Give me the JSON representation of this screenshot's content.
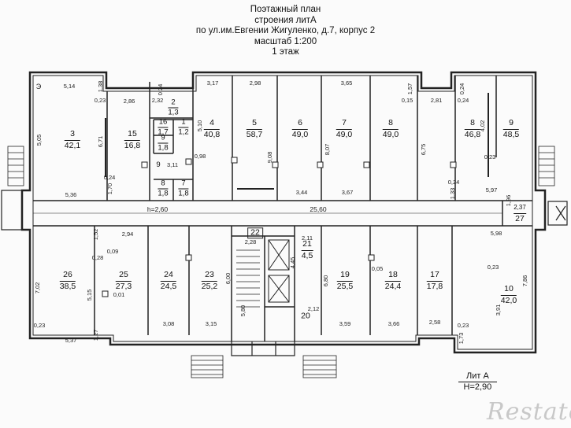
{
  "header": {
    "line1": "Поэтажный план",
    "line2": "строения литА",
    "line3": "по ул.им.Евгении Жигуленко, д.7, корпус 2",
    "line4": "масштаб 1:200",
    "line5": "1 этаж"
  },
  "lit": {
    "name": "Лит А",
    "height": "H=2,90"
  },
  "watermark": "Restate",
  "north_mark": "Э",
  "corridor": {
    "height_label": "h=2,60",
    "length_label": "25,60"
  },
  "rooms": [
    {
      "num": "3",
      "area": "42,1"
    },
    {
      "num": "15",
      "area": "16,8"
    },
    {
      "num": "2",
      "area": "1,3"
    },
    {
      "num": "16",
      "area": "1,7"
    },
    {
      "num": "1",
      "area": "1,2"
    },
    {
      "num": "9",
      "area": "1,8"
    },
    {
      "num": "9",
      "area": "3,11"
    },
    {
      "num": "8",
      "area": "1,8"
    },
    {
      "num": "7",
      "area": "1,8"
    },
    {
      "num": "4",
      "area": "40,8"
    },
    {
      "num": "5",
      "area": "58,7"
    },
    {
      "num": "6",
      "area": "49,0"
    },
    {
      "num": "7",
      "area": "49,0"
    },
    {
      "num": "8",
      "area": "49,0"
    },
    {
      "num": "8",
      "area": "46,8"
    },
    {
      "num": "9",
      "area": "48,5"
    },
    {
      "num": "26",
      "area": "38,5"
    },
    {
      "num": "25",
      "area": "27,3"
    },
    {
      "num": "24",
      "area": "24,5"
    },
    {
      "num": "23",
      "area": "25,2"
    },
    {
      "num": "22",
      "area": ""
    },
    {
      "num": "21",
      "area": "4,5"
    },
    {
      "num": "20",
      "area": ""
    },
    {
      "num": "19",
      "area": "25,5"
    },
    {
      "num": "18",
      "area": "24,4"
    },
    {
      "num": "17",
      "area": "17,8"
    },
    {
      "num": "10",
      "area": "42,0"
    },
    {
      "num": "27",
      "area": "2,37"
    }
  ],
  "dimensions": [
    "5,14",
    "1,38",
    "0,23",
    "2,86",
    "0,24",
    "2,32",
    "3,17",
    "2,98",
    "3,65",
    "1,57",
    "0,15",
    "2,81",
    "0,24",
    "0,24",
    "5,05",
    "6,71",
    "0,24",
    "1,70",
    "5,36",
    "5,10",
    "0,98",
    "9,08",
    "3,44",
    "8,07",
    "3,67",
    "6,75",
    "4,02",
    "0,23",
    "1,33",
    "0,24",
    "5,97",
    "1,96",
    "5,98",
    "1,52",
    "2,94",
    "0,28",
    "0,09",
    "2,28",
    "2,11",
    "4,45",
    "0,05",
    "0,23",
    "7,86",
    "7,02",
    "5,15",
    "0,01",
    "6,00",
    "5,80",
    "6,80",
    "3,91",
    "0,23",
    "1,27",
    "5,37",
    "3,08",
    "3,15",
    "2,12",
    "3,59",
    "3,66",
    "2,58",
    "0,23",
    "1,73"
  ]
}
